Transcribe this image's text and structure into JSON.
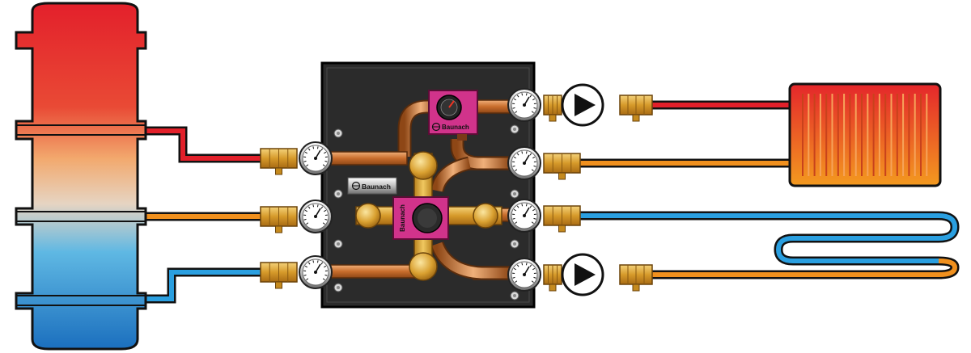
{
  "brand": {
    "panel_label": "Baunach",
    "valve_top_label": "Baunach",
    "valve_center_label": "Baunach"
  },
  "colors": {
    "hot": "#e2202a",
    "warm": "#f0901e",
    "cold": "#2a9fe0",
    "outline": "#0d0d0d",
    "cabinet": "#2b2b2b",
    "copper": "#c8742f",
    "brass": "#d9a734",
    "valve_body": "#d1338b"
  },
  "icons": {
    "pump": "pump-triangle-icon",
    "gauge": "gauge-dial-icon",
    "radiator": "radiator-icon",
    "underfloor": "underfloor-loop-icon",
    "tank": "buffer-tank-icon"
  }
}
